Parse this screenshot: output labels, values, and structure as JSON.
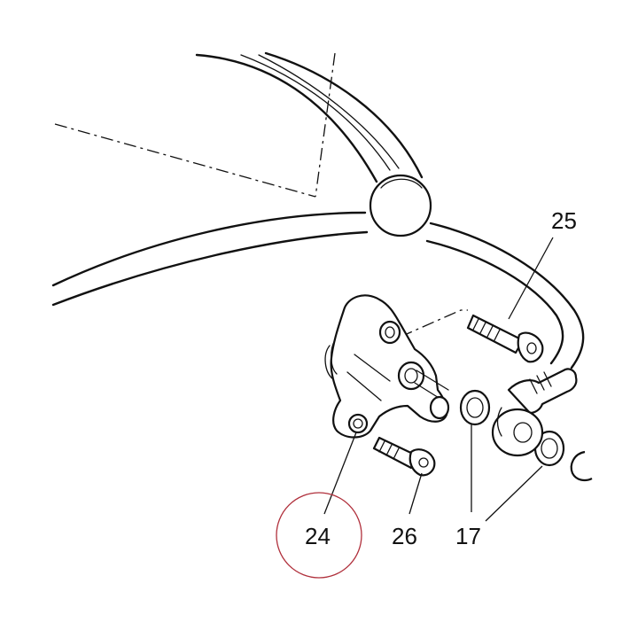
{
  "callouts": [
    {
      "id": "24",
      "label": "24"
    },
    {
      "id": "25",
      "label": "25"
    },
    {
      "id": "26",
      "label": "26"
    },
    {
      "id": "17",
      "label": "17"
    }
  ],
  "highlight": {
    "target": "24",
    "color": "#b0303c"
  }
}
